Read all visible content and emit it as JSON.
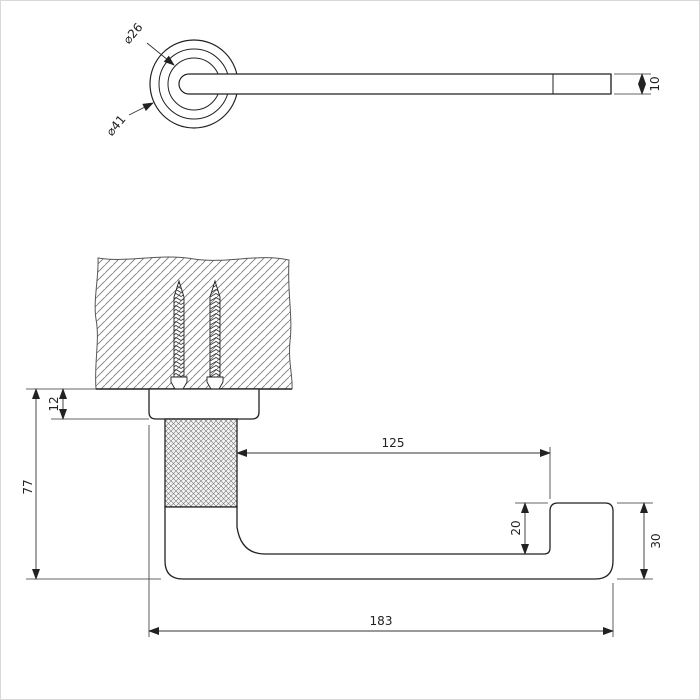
{
  "drawing": {
    "description": "Dimensioned technical drawing of a wall-mounted bathroom roll holder, top view and side section view",
    "top_view": {
      "labels": {
        "inner_dia": "⌀26",
        "outer_dia": "⌀41",
        "thickness": "10"
      }
    },
    "side_view": {
      "labels": {
        "plate": "12",
        "height": "77",
        "reach": "125",
        "drop": "20",
        "tip": "30",
        "length": "183"
      }
    },
    "colors": {
      "line": "#222222",
      "dim": "#333333",
      "hatch": "#666666",
      "background": "#ffffff"
    }
  }
}
